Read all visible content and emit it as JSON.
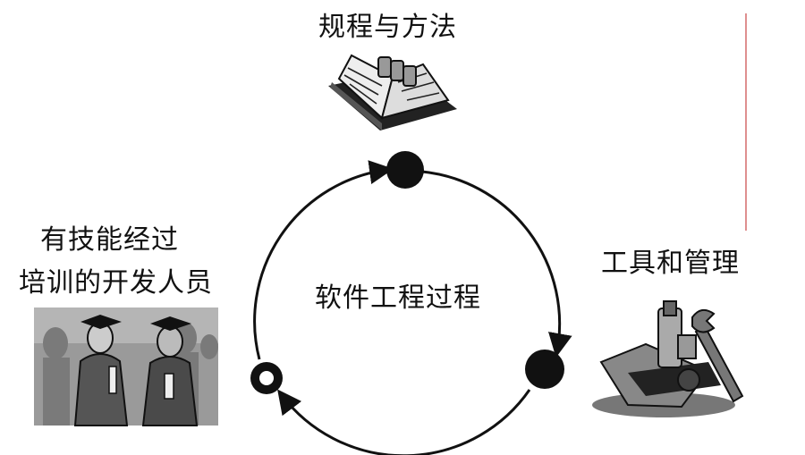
{
  "labels": {
    "methods": "规程与方法",
    "tools": "工具和管理",
    "people_line1": "有技能经过",
    "people_line2": "培训的开发人员",
    "center": "软件工程过程"
  },
  "icons": {
    "methods": "open-book-icon",
    "tools": "microscope-wrench-icon",
    "people": "graduates-photo"
  },
  "colors": {
    "ink": "#111111",
    "accent_line": "#d46a6a"
  }
}
